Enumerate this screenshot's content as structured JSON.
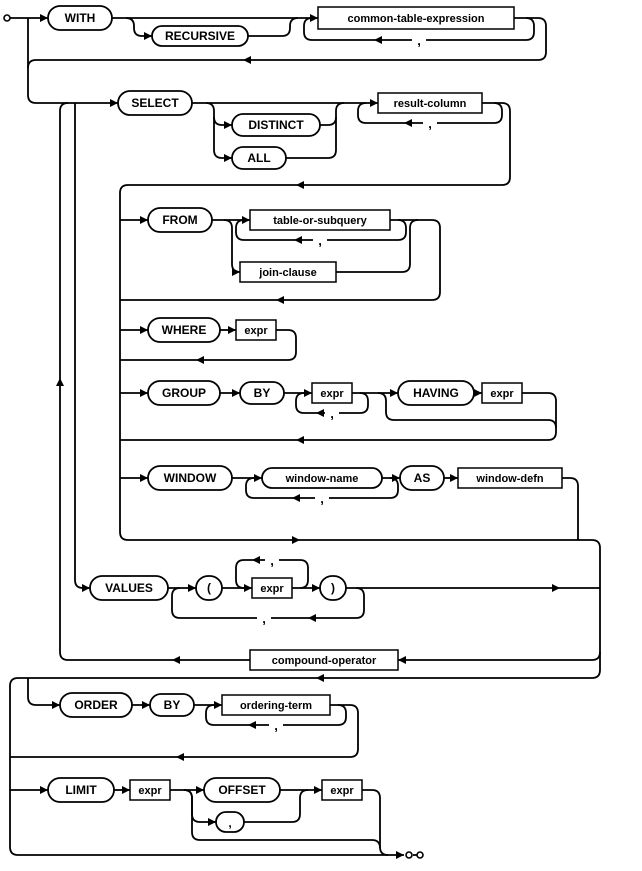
{
  "diagram": {
    "type": "railroad-syntax-diagram",
    "statement": "select-stmt",
    "keywords": {
      "with": "WITH",
      "recursive": "RECURSIVE",
      "select": "SELECT",
      "distinct": "DISTINCT",
      "all": "ALL",
      "from": "FROM",
      "where": "WHERE",
      "group": "GROUP",
      "by": "BY",
      "having": "HAVING",
      "window": "WINDOW",
      "as": "AS",
      "values": "VALUES",
      "order": "ORDER",
      "limit": "LIMIT",
      "offset": "OFFSET"
    },
    "nonterminals": {
      "cte": "common-table-expression",
      "result_column": "result-column",
      "table_or_subquery": "table-or-subquery",
      "join_clause": "join-clause",
      "expr": "expr",
      "window_name": "window-name",
      "window_defn": "window-defn",
      "compound_operator": "compound-operator",
      "ordering_term": "ordering-term"
    },
    "terminals": {
      "comma": ",",
      "lparen": "(",
      "rparen": ")"
    }
  }
}
